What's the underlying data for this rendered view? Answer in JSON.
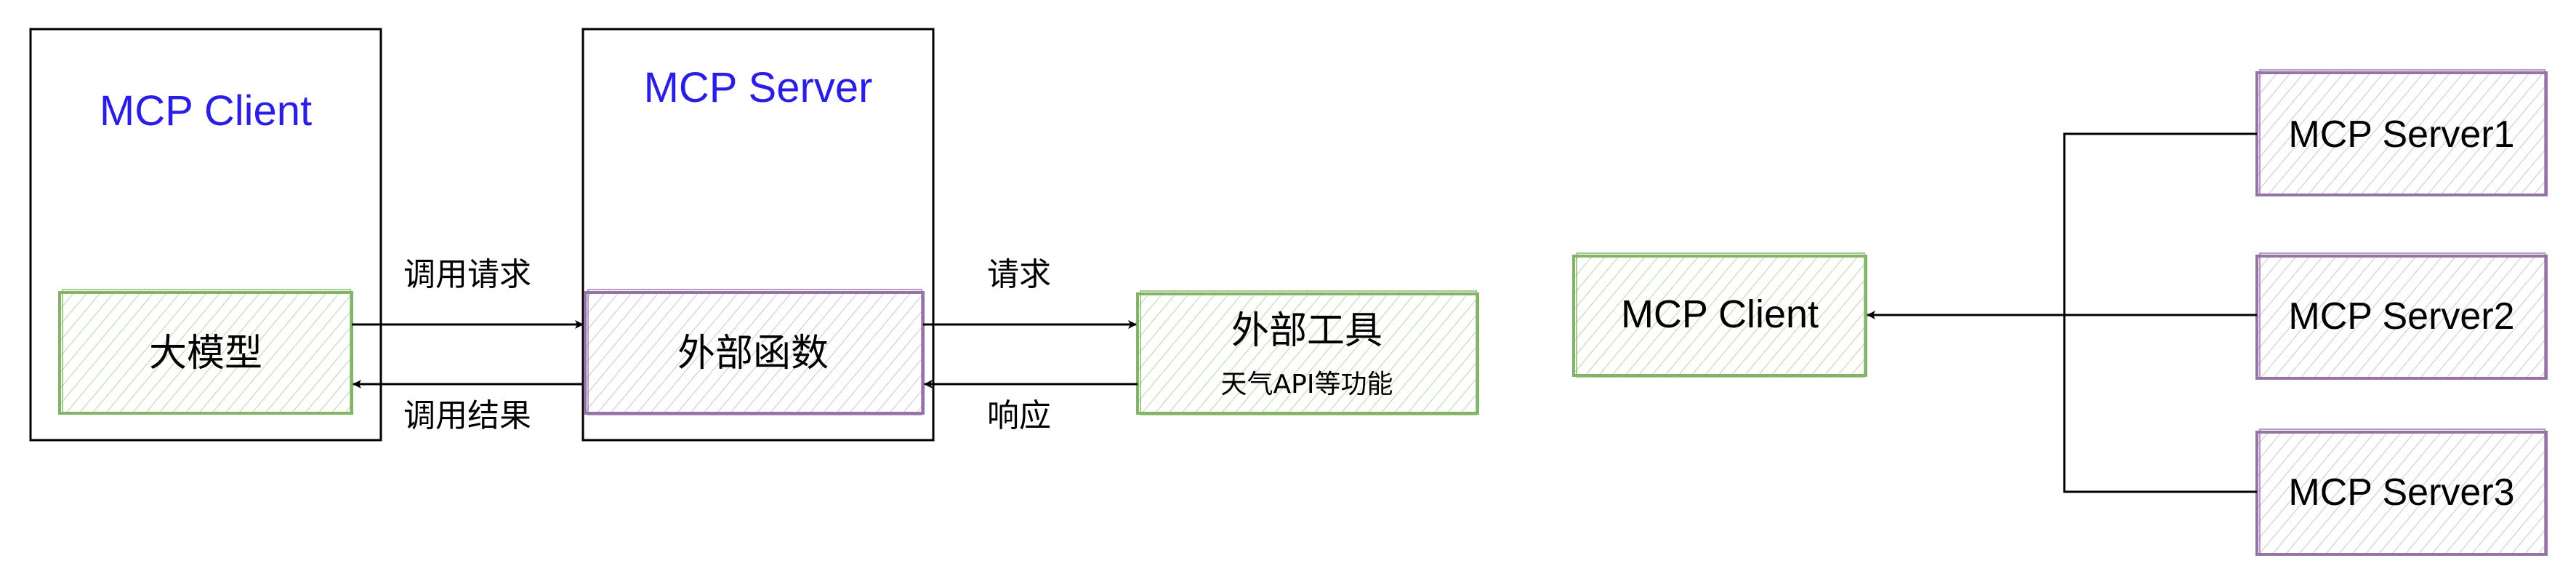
{
  "left_diagram": {
    "client_container_title": "MCP Client",
    "server_container_title": "MCP Server",
    "llm_node": "大模型",
    "function_node": "外部函数",
    "tool_node_title": "外部工具",
    "tool_node_subtitle": "天气API等功能",
    "edge_call_request": "调用请求",
    "edge_call_result": "调用结果",
    "edge_request": "请求",
    "edge_response": "响应"
  },
  "right_diagram": {
    "client_node": "MCP Client",
    "servers": [
      "MCP Server1",
      "MCP Server2",
      "MCP Server3"
    ]
  },
  "colors": {
    "title_blue": "#2a1ee6",
    "green_stroke": "#82b366",
    "purple_stroke": "#9673a6",
    "line": "#000000"
  }
}
